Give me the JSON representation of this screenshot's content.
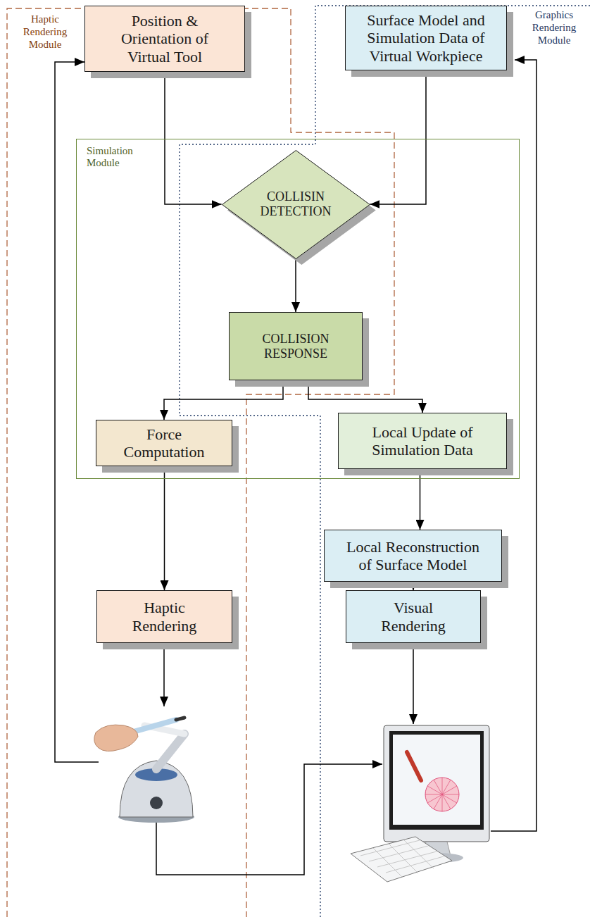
{
  "diagram": {
    "nodes": [
      {
        "text": [
          "Position & Orientation of Virtual Tool"
        ]
      },
      {
        "text": [
          "Surface Model and Simulation Data of Virtual Workpiece"
        ]
      },
      {
        "text": [
          "Simulation Module"
        ]
      },
      {
        "text": [
          "COLLISIN DETECTION"
        ],
        "in": 2
      },
      {
        "text": [
          "COLLISION RESPONSE"
        ],
        "in": 2
      },
      {
        "text": [
          "Force Computation"
        ],
        "in": 2
      },
      {
        "text": [
          "Local Update of Simulation Data"
        ],
        "in": 2
      },
      {
        "text": [
          "Local Reconstruction of Surface Model"
        ]
      },
      {
        "text": [
          "Haptic Rendering"
        ]
      },
      {
        "text": [
          "Visual Rendering"
        ]
      }
    ],
    "edges": [
      {
        "from": 0,
        "to": 3,
        "arrow": "to"
      },
      {
        "from": 1,
        "to": 3,
        "arrow": "to"
      },
      {
        "from": 3,
        "to": 4,
        "arrow": "to"
      },
      {
        "from": 4,
        "to": 5,
        "arrow": "to"
      },
      {
        "from": 4,
        "to": 6,
        "arrow": "to"
      },
      {
        "from": 5,
        "to": 8,
        "arrow": "to"
      },
      {
        "from": 6,
        "to": 7,
        "arrow": "to"
      },
      {
        "from": 7,
        "to": 9,
        "arrow": "to"
      }
    ],
    "labels": [
      "Haptic Rendering Module",
      "Graphics Rendering Module"
    ]
  }
}
